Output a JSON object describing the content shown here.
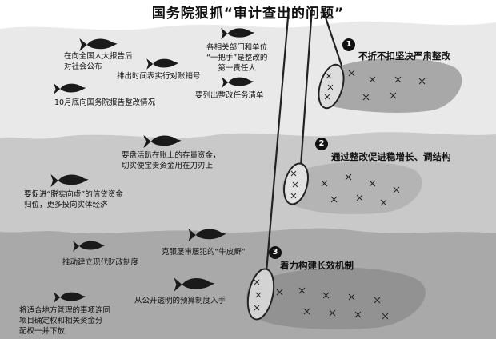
{
  "title": "国务院狠抓“审计查出的问题”",
  "sections": [
    {
      "number": "1",
      "heading": "不折不扣坚决严肃整改",
      "items": [
        [
          "在向全国人大报告后",
          "对社会公布"
        ],
        [
          "排出时间表实行对账销号"
        ],
        [
          "各相关部门和单位",
          "“一把手”是整改的",
          "第一责任人"
        ],
        [
          "要列出整改任务清单"
        ],
        [
          "10月底向国务院报告整改情况"
        ]
      ]
    },
    {
      "number": "2",
      "heading": "通过整改促进稳增长、调结构",
      "items": [
        [
          "要盘活趴在账上的存量资金，",
          "切实使宝贵资金用在刀刃上"
        ],
        [
          "要促进“脱实向虚”的信贷资金",
          "归位，更多投向实体经济"
        ]
      ]
    },
    {
      "number": "3",
      "heading": "着力构建长效机制",
      "items": [
        [
          "推动建立现代财政制度"
        ],
        [
          "克服屡审屡犯的“牛皮癣”"
        ],
        [
          "将适合地方管理的事项连同",
          "项目确定权和相关资金分",
          "配权一并下放"
        ],
        [
          "从公开透明的预算制度入手"
        ]
      ]
    }
  ],
  "colors": {
    "band_light": "#e9e9e9",
    "band_mid": "#c9c9c9",
    "band_dark": "#a9a9a9",
    "fish": "#1a1a1a",
    "net_area": "#9a9a9a"
  },
  "icons": [
    "fish-icon",
    "fishing-net-icon",
    "x-mark-icon"
  ]
}
